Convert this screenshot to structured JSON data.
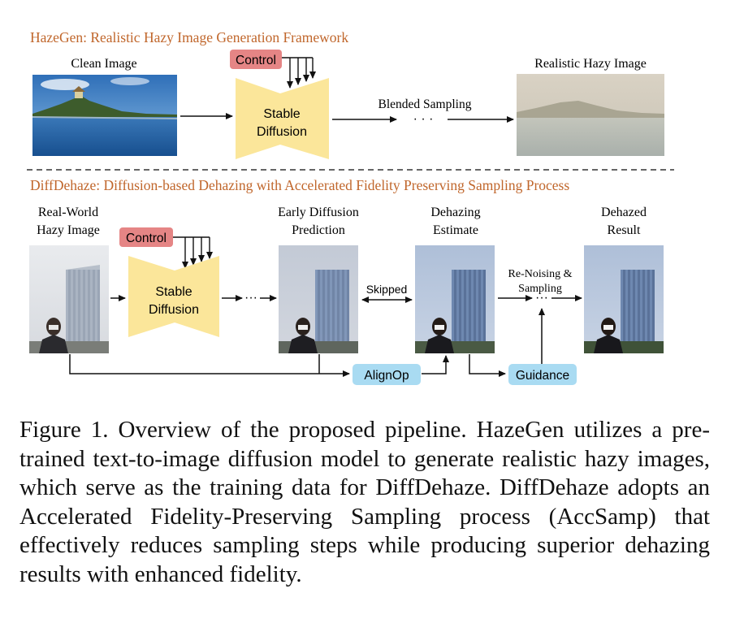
{
  "colors": {
    "section_title": "#c0662b",
    "control_fill": "#e58585",
    "sd_fill": "#fbe69a",
    "op_fill": "#a9dbf2",
    "arrow": "#111111"
  },
  "hazegen": {
    "title": "HazeGen: Realistic Hazy Image Generation Framework",
    "clean_label": "Clean Image",
    "control": "Control",
    "sd_line1": "Stable",
    "sd_line2": "Diffusion",
    "blended": "Blended Sampling",
    "dots": "· · ·",
    "hazy_label": "Realistic Hazy Image"
  },
  "diffdehaze": {
    "title": "DiffDehaze: Diffusion-based Dehazing with Accelerated Fidelity Preserving Sampling Process",
    "input_l1": "Real-World",
    "input_l2": "Hazy Image",
    "control": "Control",
    "sd_line1": "Stable",
    "sd_line2": "Diffusion",
    "dots1": "···",
    "early_l1": "Early Diffusion",
    "early_l2": "Prediction",
    "skipped": "Skipped",
    "dehz_l1": "Dehazing",
    "dehz_l2": "Estimate",
    "renoise_l1": "Re-Noising &",
    "renoise_l2": "Sampling",
    "dots2": "···",
    "result_l1": "Dehazed",
    "result_l2": "Result",
    "alignop": "AlignOp",
    "guidance": "Guidance"
  },
  "caption": {
    "text": "Figure 1.  Overview of the proposed pipeline.  HazeGen utilizes a pre-trained text-to-image diffusion model to generate realistic hazy images, which serve as the training data for DiffDehaze. DiffDehaze adopts an Accelerated Fidelity-Preserving Sampling process (AccSamp) that effectively reduces sampling steps while producing superior dehazing results with enhanced fidelity."
  }
}
